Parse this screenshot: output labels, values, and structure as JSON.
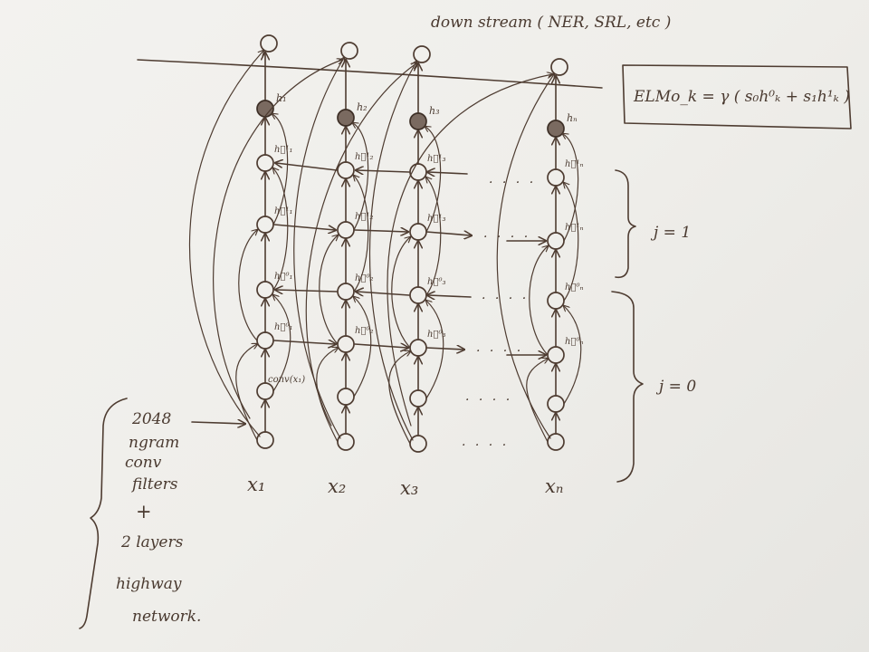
{
  "header": {
    "downstream_label": "down stream ( NER, SRL, etc )"
  },
  "equation": {
    "text": "ELMo_k = γ ( s₀h⁰ₖ + s₁h¹ₖ )"
  },
  "columns": [
    {
      "input_label": "x₁",
      "output_label": "h₁",
      "fwd_1": "h⃗¹₁",
      "bwd_1": "h⃖¹₁",
      "fwd_0": "h⃗⁰₁",
      "bwd_0": "h⃖⁰₁"
    },
    {
      "input_label": "x₂",
      "output_label": "h₂",
      "fwd_1": "h⃗¹₂",
      "bwd_1": "h⃖¹₂",
      "fwd_0": "h⃗⁰₂",
      "bwd_0": "h⃖⁰₂"
    },
    {
      "input_label": "x₃",
      "output_label": "h₃",
      "fwd_1": "h⃗¹₃",
      "bwd_1": "h⃖¹₃",
      "fwd_0": "h⃗⁰₃",
      "bwd_0": "h⃖⁰₃"
    },
    {
      "input_label": "xₙ",
      "output_label": "hₙ",
      "fwd_1": "h⃗¹ₙ",
      "bwd_1": "h⃖¹ₙ",
      "fwd_0": "h⃗⁰ₙ",
      "bwd_0": "h⃖⁰ₙ"
    }
  ],
  "conv_label": "conv(x₁)",
  "layers": [
    {
      "label": "j = 1"
    },
    {
      "label": "j = 0"
    }
  ],
  "char_cnn_note": {
    "lines": [
      "2048",
      "ngram",
      "conv",
      "filters",
      "+",
      "2 layers",
      "highway",
      "network."
    ]
  },
  "ellipsis": "· · · ·"
}
